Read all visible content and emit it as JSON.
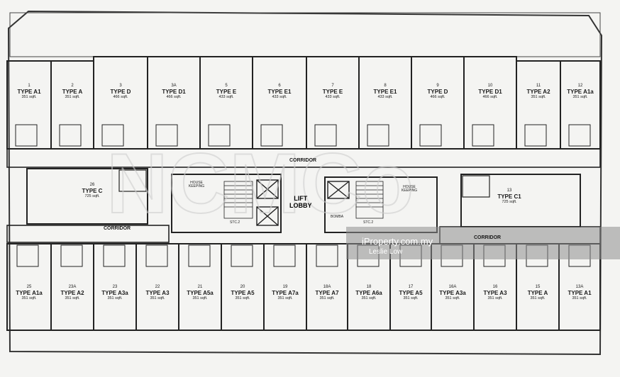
{
  "top_units": [
    {
      "num": "1",
      "type": "TYPE A1",
      "area": "351 sqft."
    },
    {
      "num": "2",
      "type": "TYPE A",
      "area": "351 sqft."
    },
    {
      "num": "3",
      "type": "TYPE D",
      "area": "466 sqft."
    },
    {
      "num": "3A",
      "type": "TYPE D1",
      "area": "466 sqft."
    },
    {
      "num": "5",
      "type": "TYPE E",
      "area": "433 sqft."
    },
    {
      "num": "6",
      "type": "TYPE E1",
      "area": "433 sqft."
    },
    {
      "num": "7",
      "type": "TYPE E",
      "area": "433 sqft."
    },
    {
      "num": "8",
      "type": "TYPE E1",
      "area": "433 sqft."
    },
    {
      "num": "9",
      "type": "TYPE D",
      "area": "466 sqft."
    },
    {
      "num": "10",
      "type": "TYPE D1",
      "area": "466 sqft."
    },
    {
      "num": "11",
      "type": "TYPE A2",
      "area": "351 sqft."
    },
    {
      "num": "12",
      "type": "TYPE A1a",
      "area": "351 sqft."
    }
  ],
  "bottom_units": [
    {
      "num": "25",
      "type": "TYPE A1a",
      "area": "351 sqft."
    },
    {
      "num": "23A",
      "type": "TYPE A2",
      "area": "351 sqft."
    },
    {
      "num": "23",
      "type": "TYPE A3a",
      "area": "351 sqft."
    },
    {
      "num": "22",
      "type": "TYPE A3",
      "area": "351 sqft."
    },
    {
      "num": "21",
      "type": "TYPE A5a",
      "area": "351 sqft."
    },
    {
      "num": "20",
      "type": "TYPE A5",
      "area": "351 sqft."
    },
    {
      "num": "19",
      "type": "TYPE A7a",
      "area": "351 sqft."
    },
    {
      "num": "18A",
      "type": "TYPE A7",
      "area": "351 sqft."
    },
    {
      "num": "18",
      "type": "TYPE A6a",
      "area": "351 sqft."
    },
    {
      "num": "17",
      "type": "TYPE A5",
      "area": "351 sqft."
    },
    {
      "num": "16A",
      "type": "TYPE A3a",
      "area": "351 sqft."
    },
    {
      "num": "16",
      "type": "TYPE A3",
      "area": "351 sqft."
    },
    {
      "num": "15",
      "type": "TYPE A",
      "area": "351 sqft."
    },
    {
      "num": "13A",
      "type": "TYPE A1",
      "area": "351 sqft."
    }
  ],
  "mid_units": [
    {
      "num": "26",
      "type": "TYPE C",
      "area": "725 sqft."
    },
    {
      "num": "13",
      "type": "TYPE C1",
      "area": "725 sqft."
    }
  ],
  "labels": {
    "corridor_top": "CORRIDOR",
    "corridor_left": "CORRIDOR",
    "corridor_right": "CORRIDOR",
    "lift_lobby_1": "LIFT",
    "lift_lobby_2": "LOBBY",
    "housekeeping_left": "HOUSE KEEPING",
    "housekeeping_right": "HOUSE KEEPING",
    "stc_left": "STC.2",
    "stc_right": "STC.2",
    "bomba": "BOMBA",
    "wm_site": "iProperty.com.my",
    "wm_user": "Leslie Low"
  },
  "colors": {
    "line": "#222222",
    "bg": "#f4f4f2",
    "wm_band": "#8e8e8e"
  }
}
